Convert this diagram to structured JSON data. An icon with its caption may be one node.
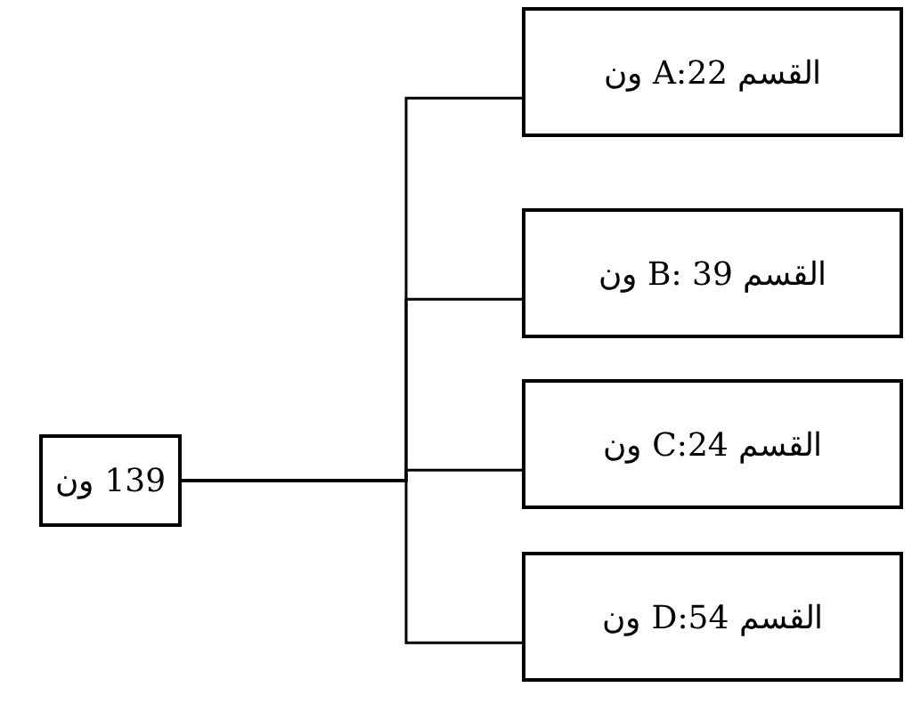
{
  "diagram": {
    "nodes": [
      {
        "text": [
          "139 ون"
        ]
      },
      {
        "text": [
          "القسم A:22 ون"
        ]
      },
      {
        "text": [
          "القسم B: 39 ون"
        ]
      },
      {
        "text": [
          "القسم C:24 ون"
        ]
      },
      {
        "text": [
          "القسم D:54 ون"
        ]
      }
    ],
    "edges": [
      {
        "from": 0,
        "to": 1,
        "arrow": "none"
      },
      {
        "from": 0,
        "to": 2,
        "arrow": "none"
      },
      {
        "from": 0,
        "to": 3,
        "arrow": "none"
      },
      {
        "from": 0,
        "to": 4,
        "arrow": "none"
      }
    ]
  }
}
